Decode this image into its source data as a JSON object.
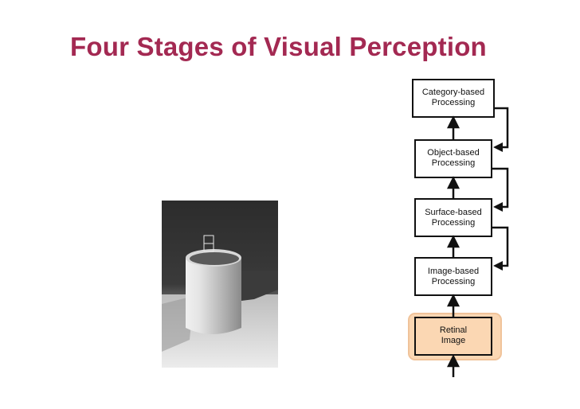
{
  "slide": {
    "title": "Four Stages of Visual Perception"
  },
  "photo": {
    "description_icon": "mug-photo"
  },
  "diagram": {
    "stages": [
      {
        "line1": "Category-based",
        "line2": "Processing"
      },
      {
        "line1": "Object-based",
        "line2": "Processing"
      },
      {
        "line1": "Surface-based",
        "line2": "Processing"
      },
      {
        "line1": "Image-based",
        "line2": "Processing"
      },
      {
        "line1": "Retinal",
        "line2": "Image"
      }
    ],
    "colors": {
      "highlight_fill": "#fbd7b3",
      "highlight_border": "#f0c39a",
      "box_border": "#111111",
      "title": "#a32952"
    }
  }
}
